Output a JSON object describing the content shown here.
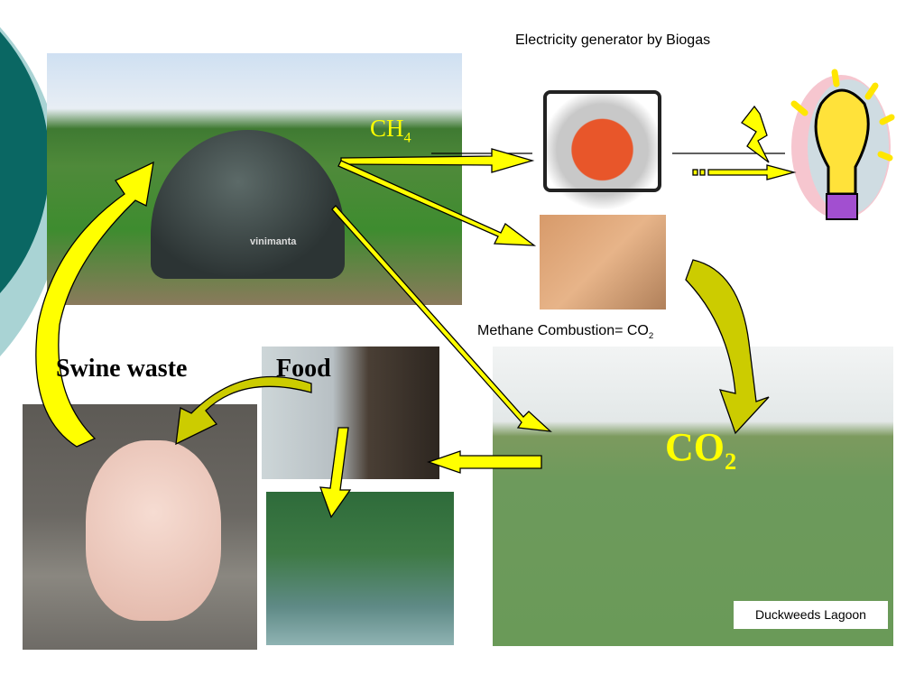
{
  "title": "Electricity generator by Biogas",
  "labels": {
    "ch4": "CH",
    "ch4_sub": "4",
    "methane_combustion": "Methane Combustion= CO",
    "methane_combustion_sub": "2",
    "swine_waste": "Swine waste",
    "food": "Food",
    "co2": "CO",
    "co2_sub": "2",
    "duckweeds_lagoon": "Duckweeds Lagoon",
    "digester_brand": "vinimanta"
  },
  "colors": {
    "arrow": "#ffff00",
    "curved_arrow": "#cccc00",
    "accent_dark_teal": "#0a6763",
    "accent_light_teal": "#a9d3d4"
  }
}
